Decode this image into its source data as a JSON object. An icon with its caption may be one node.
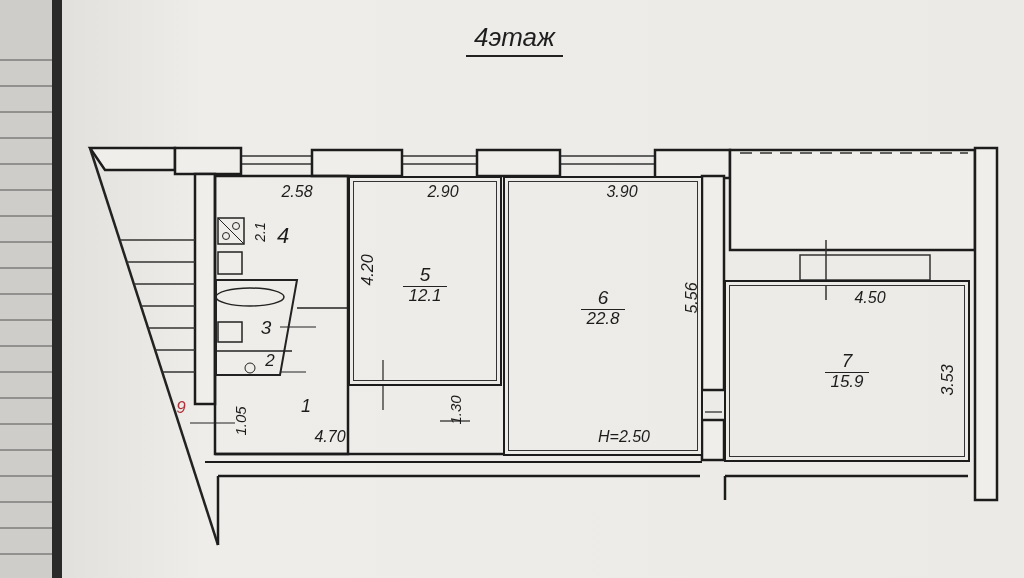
{
  "diagram": {
    "title": "4этаж",
    "nodes": [
      {
        "text": [
          "5",
          "12.1"
        ]
      },
      {
        "text": [
          "6",
          "22.8"
        ]
      },
      {
        "text": [
          "7",
          "15.9"
        ]
      }
    ],
    "labels": [
      "2.58",
      "2.90",
      "3.90",
      "2.1",
      "4",
      "4.20",
      "5.56",
      "4.50",
      "3",
      "2",
      "3.53",
      "9",
      "1",
      "1.05",
      "4.70",
      "1.30",
      "H=2.50"
    ]
  }
}
